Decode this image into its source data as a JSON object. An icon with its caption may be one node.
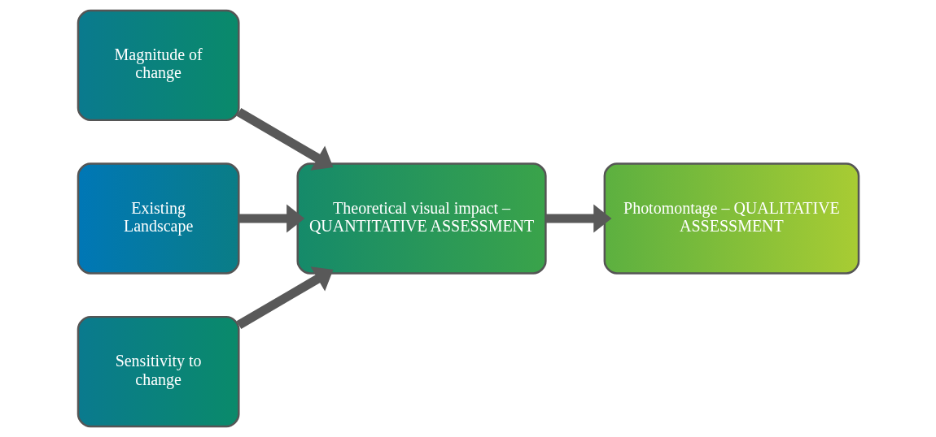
{
  "diagram": {
    "nodes": [
      {
        "text": [
          "Existing Landscape"
        ]
      },
      {
        "text": [
          "Magnitude of change"
        ]
      },
      {
        "text": [
          "Sensitivity to change"
        ]
      },
      {
        "text": [
          "Theoretical visual impact – QUANTITATIVE ASSESSMENT"
        ]
      },
      {
        "text": [
          "Photomontage – QUALITATIVE ASSESSMENT"
        ]
      }
    ],
    "edges": [
      {
        "from": 0,
        "to": 3,
        "arrow": "to"
      },
      {
        "from": 1,
        "to": 3,
        "arrow": "to"
      },
      {
        "from": 2,
        "to": 3,
        "arrow": "to"
      },
      {
        "from": 3,
        "to": 4,
        "arrow": "to"
      }
    ]
  }
}
